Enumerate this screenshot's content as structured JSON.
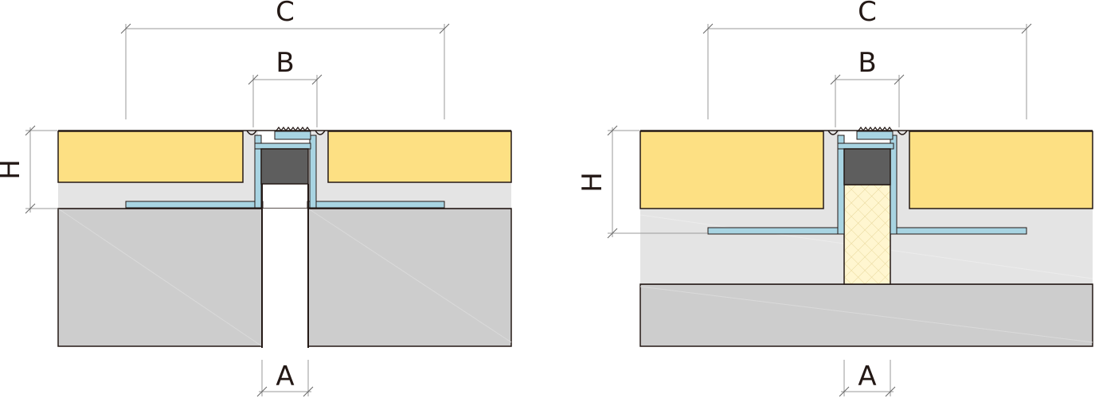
{
  "colors": {
    "tile": "#fde083",
    "adhesive": "#e4e4e4",
    "screed": "#cdcdcd",
    "profile": "#a8d4e2",
    "insert": "#5e5e5e",
    "filler": "#fff6d0",
    "outline": "#231815",
    "dimension": "#9a9a9a"
  },
  "icons": [
    "expansion-joint-section",
    "expansion-joint-section-filled"
  ],
  "labels": {
    "left": {
      "c": "C",
      "b": "B",
      "h": "H",
      "a": "A"
    },
    "right": {
      "c": "C",
      "b": "B",
      "h": "H",
      "a": "A"
    }
  }
}
